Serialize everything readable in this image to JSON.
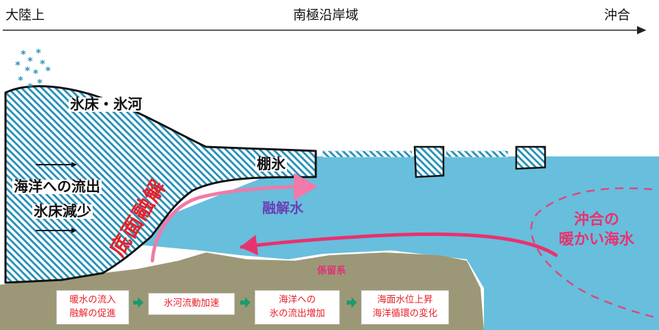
{
  "axis": {
    "left_label": "大陸上",
    "center_label": "南極沿岸域",
    "right_label": "沖合"
  },
  "labels": {
    "ice_sheet": "氷床・氷河",
    "ice_shelf": "棚氷",
    "outflow_line1": "海洋への流出",
    "outflow_line2": "氷床減少",
    "basal_melt": "底面融解",
    "meltwater": "融解水",
    "offshore_line1": "沖合の",
    "offshore_line2": "暖かい海水",
    "retention": "係留系"
  },
  "process_boxes": [
    {
      "line1": "暖水の流入",
      "line2": "融解の促進"
    },
    {
      "line1": "氷河流動加速",
      "line2": ""
    },
    {
      "line1": "海洋への",
      "line2": "氷の流出増加"
    },
    {
      "line1": "海面水位上昇",
      "line2": "海洋循環の変化"
    }
  ],
  "icons": [
    "snowflake-icon",
    "arrow-right-icon"
  ],
  "colors": {
    "ocean": "#68bedd",
    "ice_hatch": "#2a92b8",
    "seafloor": "#9c9877",
    "meltwater_arrow": "#f07aa8",
    "warm_water_arrow": "#e8326e",
    "step_arrow": "#1e9a6e",
    "process_text": "#e8202a"
  }
}
